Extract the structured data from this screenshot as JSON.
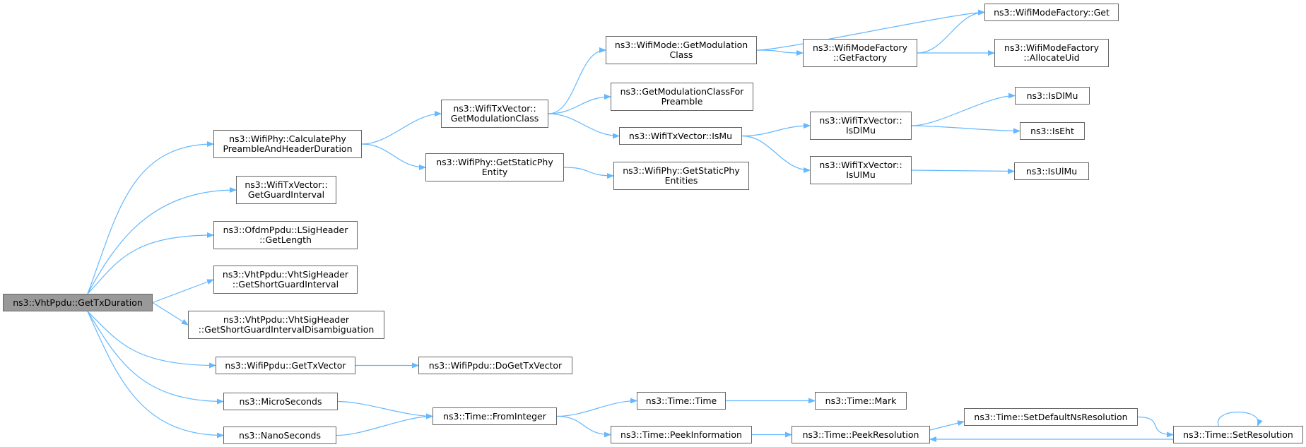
{
  "diagram": {
    "type": "call-graph",
    "colors": {
      "edge": "#63b8ff",
      "node_border": "#666666",
      "root_fill": "#999999",
      "node_fill": "#ffffff"
    },
    "nodes": [
      {
        "id": "root",
        "lines": [
          "ns3::VhtPpdu::GetTxDuration"
        ],
        "root": true
      },
      {
        "id": "calcPhy",
        "lines": [
          "ns3::WifiPhy::CalculatePhy",
          "PreambleAndHeaderDuration"
        ]
      },
      {
        "id": "getGuard",
        "lines": [
          "ns3::WifiTxVector::",
          "GetGuardInterval"
        ]
      },
      {
        "id": "lsigLen",
        "lines": [
          "ns3::OfdmPpdu::LSigHeader",
          "::GetLength"
        ]
      },
      {
        "id": "shortGI",
        "lines": [
          "ns3::VhtPpdu::VhtSigHeader",
          "::GetShortGuardInterval"
        ]
      },
      {
        "id": "shortGID",
        "lines": [
          "ns3::VhtPpdu::VhtSigHeader",
          "::GetShortGuardIntervalDisambiguation"
        ]
      },
      {
        "id": "getTxVec",
        "lines": [
          "ns3::WifiPpdu::GetTxVector"
        ]
      },
      {
        "id": "micro",
        "lines": [
          "ns3::MicroSeconds"
        ]
      },
      {
        "id": "nano",
        "lines": [
          "ns3::NanoSeconds"
        ]
      },
      {
        "id": "txvModClass",
        "lines": [
          "ns3::WifiTxVector::",
          "GetModulationClass"
        ]
      },
      {
        "id": "staticPhyEntity",
        "lines": [
          "ns3::WifiPhy::GetStaticPhy",
          "Entity"
        ]
      },
      {
        "id": "doGetTxVec",
        "lines": [
          "ns3::WifiPpdu::DoGetTxVector"
        ]
      },
      {
        "id": "fromInt",
        "lines": [
          "ns3::Time::FromInteger"
        ]
      },
      {
        "id": "modeModClass",
        "lines": [
          "ns3::WifiMode::GetModulation",
          "Class"
        ]
      },
      {
        "id": "modClassPreamble",
        "lines": [
          "ns3::GetModulationClassFor",
          "Preamble"
        ]
      },
      {
        "id": "txvIsMu",
        "lines": [
          "ns3::WifiTxVector::IsMu"
        ]
      },
      {
        "id": "staticPhyEntities",
        "lines": [
          "ns3::WifiPhy::GetStaticPhy",
          "Entities"
        ]
      },
      {
        "id": "timeTime",
        "lines": [
          "ns3::Time::Time"
        ]
      },
      {
        "id": "peekInfo",
        "lines": [
          "ns3::Time::PeekInformation"
        ]
      },
      {
        "id": "factGetFactory",
        "lines": [
          "ns3::WifiModeFactory",
          "::GetFactory"
        ]
      },
      {
        "id": "txvIsDlMu",
        "lines": [
          "ns3::WifiTxVector::",
          "IsDlMu"
        ]
      },
      {
        "id": "txvIsUlMu",
        "lines": [
          "ns3::WifiTxVector::",
          "IsUlMu"
        ]
      },
      {
        "id": "timeMark",
        "lines": [
          "ns3::Time::Mark"
        ]
      },
      {
        "id": "peekRes",
        "lines": [
          "ns3::Time::PeekResolution"
        ]
      },
      {
        "id": "factGet",
        "lines": [
          "ns3::WifiModeFactory::Get"
        ]
      },
      {
        "id": "factAlloc",
        "lines": [
          "ns3::WifiModeFactory",
          "::AllocateUid"
        ]
      },
      {
        "id": "isDlMu",
        "lines": [
          "ns3::IsDlMu"
        ]
      },
      {
        "id": "isEht",
        "lines": [
          "ns3::IsEht"
        ]
      },
      {
        "id": "isUlMu",
        "lines": [
          "ns3::IsUlMu"
        ]
      },
      {
        "id": "setDefaultRes",
        "lines": [
          "ns3::Time::SetDefaultNsResolution"
        ]
      },
      {
        "id": "setRes",
        "lines": [
          "ns3::Time::SetResolution"
        ]
      }
    ],
    "edges": [
      [
        "root",
        "calcPhy"
      ],
      [
        "root",
        "getGuard"
      ],
      [
        "root",
        "lsigLen"
      ],
      [
        "root",
        "shortGI"
      ],
      [
        "root",
        "shortGID"
      ],
      [
        "root",
        "getTxVec"
      ],
      [
        "root",
        "micro"
      ],
      [
        "root",
        "nano"
      ],
      [
        "calcPhy",
        "txvModClass"
      ],
      [
        "calcPhy",
        "staticPhyEntity"
      ],
      [
        "getTxVec",
        "doGetTxVec"
      ],
      [
        "micro",
        "fromInt"
      ],
      [
        "nano",
        "fromInt"
      ],
      [
        "txvModClass",
        "modeModClass"
      ],
      [
        "txvModClass",
        "modClassPreamble"
      ],
      [
        "txvModClass",
        "txvIsMu"
      ],
      [
        "staticPhyEntity",
        "staticPhyEntities"
      ],
      [
        "fromInt",
        "timeTime"
      ],
      [
        "fromInt",
        "peekInfo"
      ],
      [
        "modeModClass",
        "factGet"
      ],
      [
        "modeModClass",
        "factGetFactory"
      ],
      [
        "txvIsMu",
        "txvIsDlMu"
      ],
      [
        "txvIsMu",
        "txvIsUlMu"
      ],
      [
        "timeTime",
        "timeMark"
      ],
      [
        "peekInfo",
        "peekRes"
      ],
      [
        "factGetFactory",
        "factGet"
      ],
      [
        "factGetFactory",
        "factAlloc"
      ],
      [
        "txvIsDlMu",
        "isDlMu"
      ],
      [
        "txvIsDlMu",
        "isEht"
      ],
      [
        "txvIsUlMu",
        "isUlMu"
      ],
      [
        "peekRes",
        "setDefaultRes"
      ],
      [
        "setDefaultRes",
        "setRes"
      ],
      [
        "setRes",
        "peekRes"
      ],
      [
        "setRes",
        "setRes"
      ]
    ]
  }
}
